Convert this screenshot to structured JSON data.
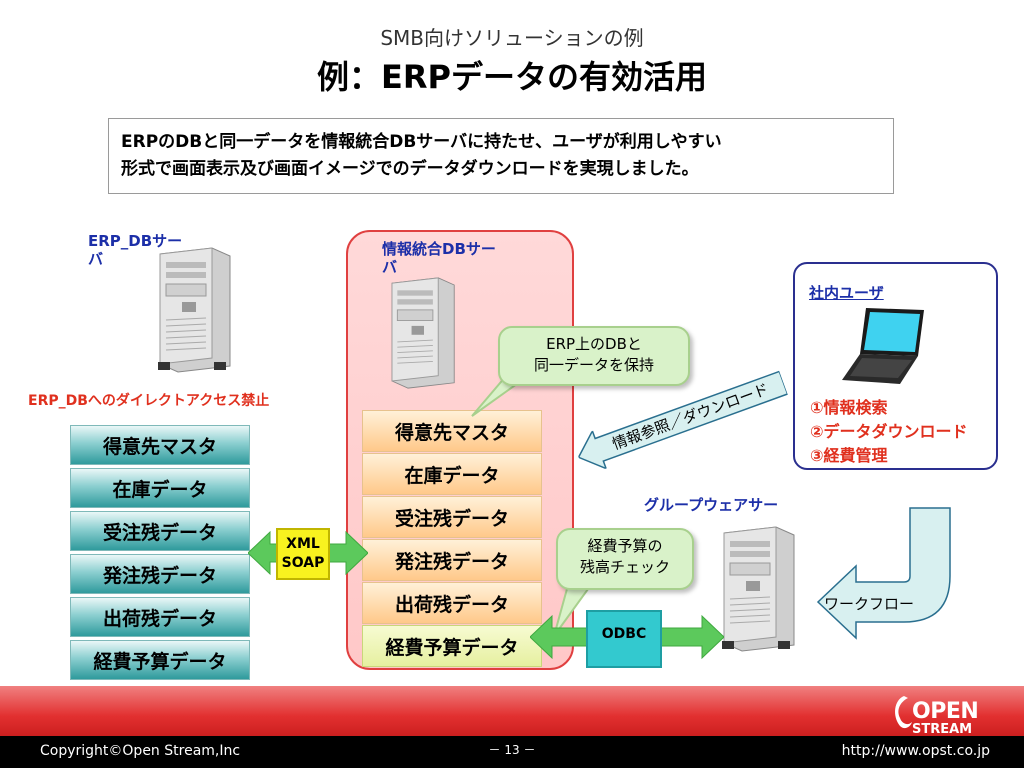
{
  "header": {
    "subtitle": "SMB向けソリューションの例",
    "title": "例：ERPデータの有効活用"
  },
  "description": {
    "line1": "ERPのDBと同一データを情報統合DBサーバに持たせ、ユーザが利用しやすい",
    "line2": "形式で画面表示及び画面イメージでのデータダウンロードを実現しました。"
  },
  "erp_server": {
    "label_line1": "ERP_DBサー",
    "label_line2": "バ",
    "warning": "ERP_DBへのダイレクトアクセス禁止",
    "tables": [
      "得意先マスタ",
      "在庫データ",
      "受注残データ",
      "発注残データ",
      "出荷残データ",
      "経費予算データ"
    ]
  },
  "integration_server": {
    "label_line1": "情報統合DBサー",
    "label_line2": "バ",
    "tables": [
      "得意先マスタ",
      "在庫データ",
      "受注残データ",
      "発注残データ",
      "出荷残データ",
      "経費予算データ"
    ],
    "callout_line1": "ERP上のDBと",
    "callout_line2": "同一データを保持"
  },
  "connector": {
    "xml_line1": "XML",
    "xml_line2": "SOAP",
    "odbc": "ODBC",
    "reference_arrow": "情報参照／ダウンロード",
    "workflow": "ワークフロー"
  },
  "user_box": {
    "title": "社内ユーザ",
    "items": [
      "①情報検索",
      "②データダウンロード",
      "③経費管理"
    ]
  },
  "groupware": {
    "label": "グループウェアサー",
    "callout_line1": "経費予算の",
    "callout_line2": "残高チェック"
  },
  "footer": {
    "copyright": "Copyright©Open Stream,Inc",
    "page": "－ 13 －",
    "url": "http://www.opst.co.jp",
    "logo_line1": "OPEN",
    "logo_line2": "STREAM"
  },
  "colors": {
    "accent_red": "#e0301e",
    "label_blue": "#1c2fa8",
    "teal": "#2f9a9c",
    "xml_yellow": "#f8f21f",
    "odbc_cyan": "#33c9cf",
    "arrow_green": "#5cc95c",
    "arrow_light_blue": "#d8f0f0"
  }
}
